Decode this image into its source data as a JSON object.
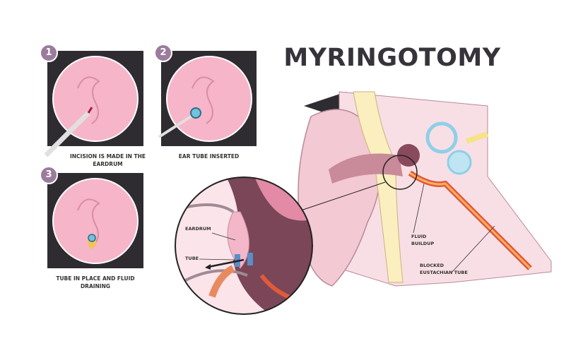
{
  "title": "MYRINGOTOMY",
  "steps": [
    {
      "number": "1",
      "caption": "INCISION IS MADE IN THE EARDRUM"
    },
    {
      "number": "2",
      "caption": "EAR TUBE INSERTED"
    },
    {
      "number": "3",
      "caption": "TUBE IN PLACE AND FLUID DRAINING"
    }
  ],
  "labels": {
    "eardrum": "EARDRUM",
    "tube": "TUBE",
    "fluid_buildup": "FLUID BUILDUP",
    "blocked_eustachian_tube": "BLOCKED EUSTACHIAN TUBE"
  },
  "colors": {
    "panel": "#2e2c31",
    "eardrum": "#f6b5c8",
    "badge": "#9b7c9c",
    "skin": "#f3c9d3"
  }
}
